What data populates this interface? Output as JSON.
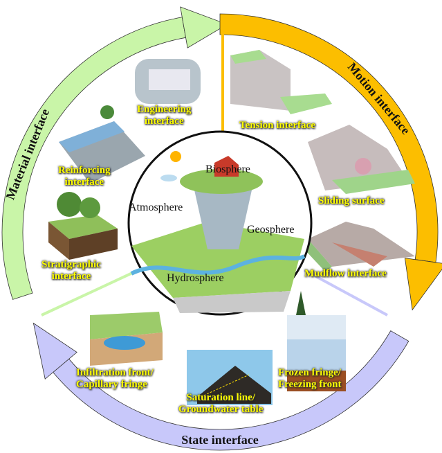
{
  "arcs": {
    "material": {
      "label": "Material interface",
      "color": "#c9f5a8"
    },
    "motion": {
      "label": "Motion interface",
      "color": "#fcbe00"
    },
    "state": {
      "label": "State interface",
      "color": "#c8c8fa"
    }
  },
  "spheres": {
    "biosphere": "Biosphere",
    "atmosphere": "Atmosphere",
    "geosphere": "Geosphere",
    "hydrosphere": "Hydrosphere"
  },
  "material_items": {
    "engineering": [
      "Engineering",
      "interface"
    ],
    "reinforcing": [
      "Reinforcing",
      "interface"
    ],
    "stratigraphic": [
      "Stratigraphic",
      "interface"
    ]
  },
  "motion_items": {
    "tension": "Tension interface",
    "sliding": "Sliding surface",
    "mudflow": "Mudflow interface"
  },
  "state_items": {
    "infiltration": [
      "Infiltration front/",
      "Capillary fringe"
    ],
    "saturation": [
      "Saturation line/",
      "Groundwater table"
    ],
    "frozen": [
      "Frozen fringe/",
      "Freezing front"
    ]
  }
}
